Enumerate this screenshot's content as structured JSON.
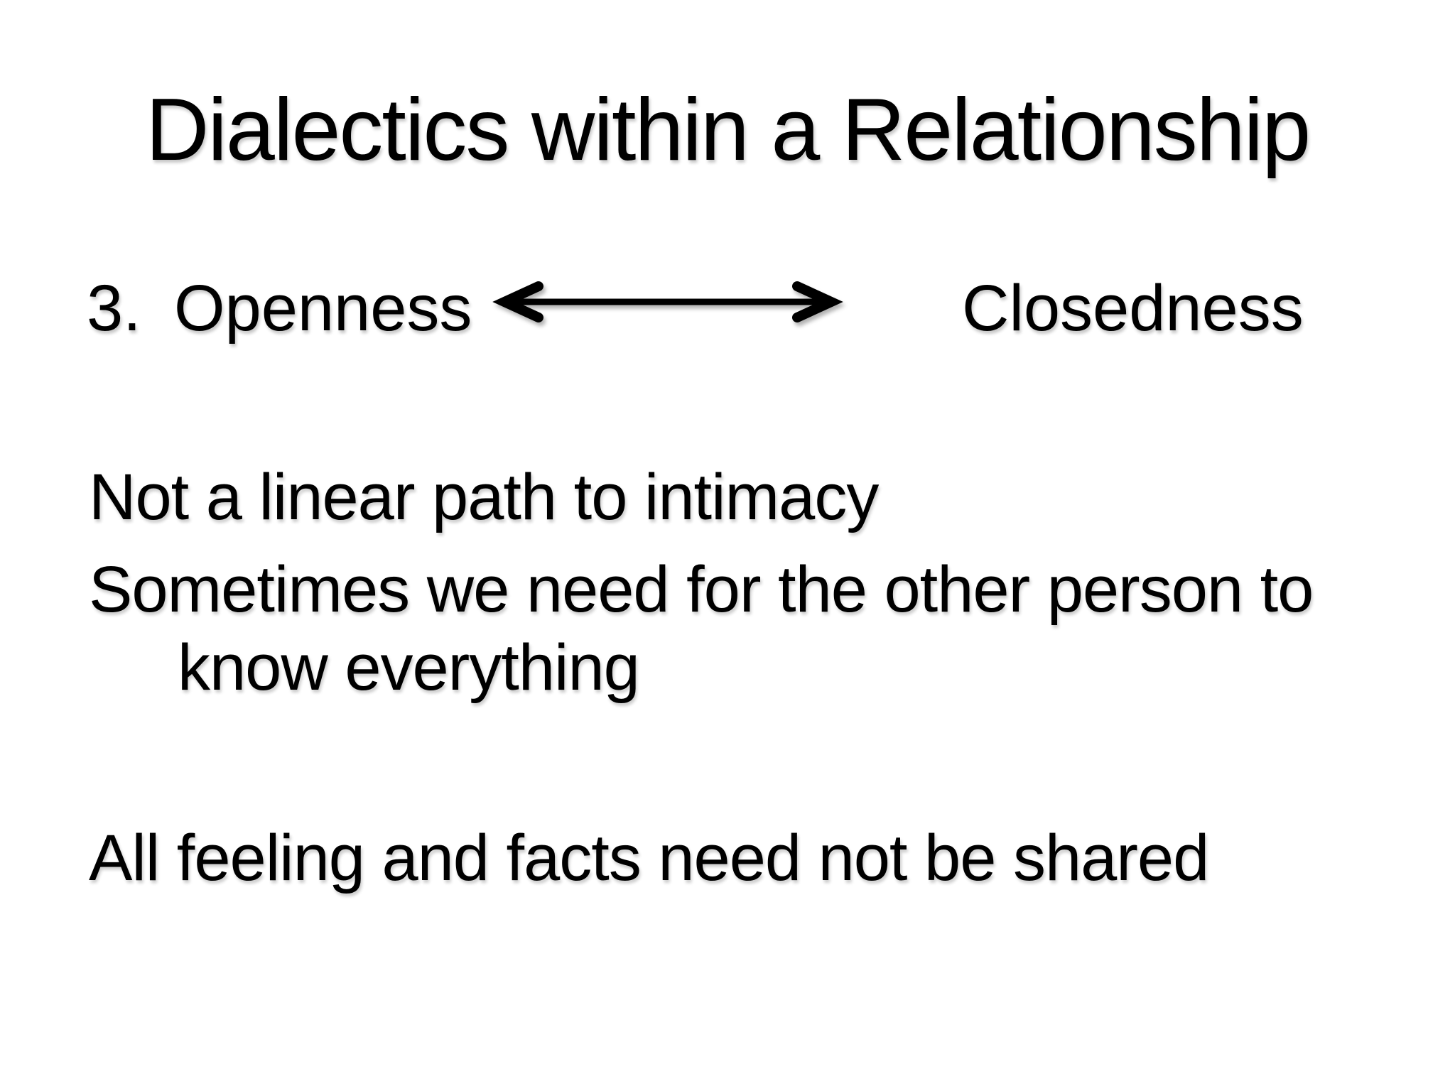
{
  "slide": {
    "title": "Dialectics within a Relationship",
    "dialectic": {
      "number": "3.",
      "left_term": "Openness",
      "right_term": "Closedness",
      "arrow_icon": "double-headed-arrow"
    },
    "body": {
      "line1": "Not a linear path to intimacy",
      "line2": "Sometimes we need for the other person to",
      "line2_cont": "know everything",
      "line3": "All feeling and facts need not be shared"
    },
    "colors": {
      "background": "#ffffff",
      "text": "#000000",
      "arrow": "#000000"
    }
  }
}
